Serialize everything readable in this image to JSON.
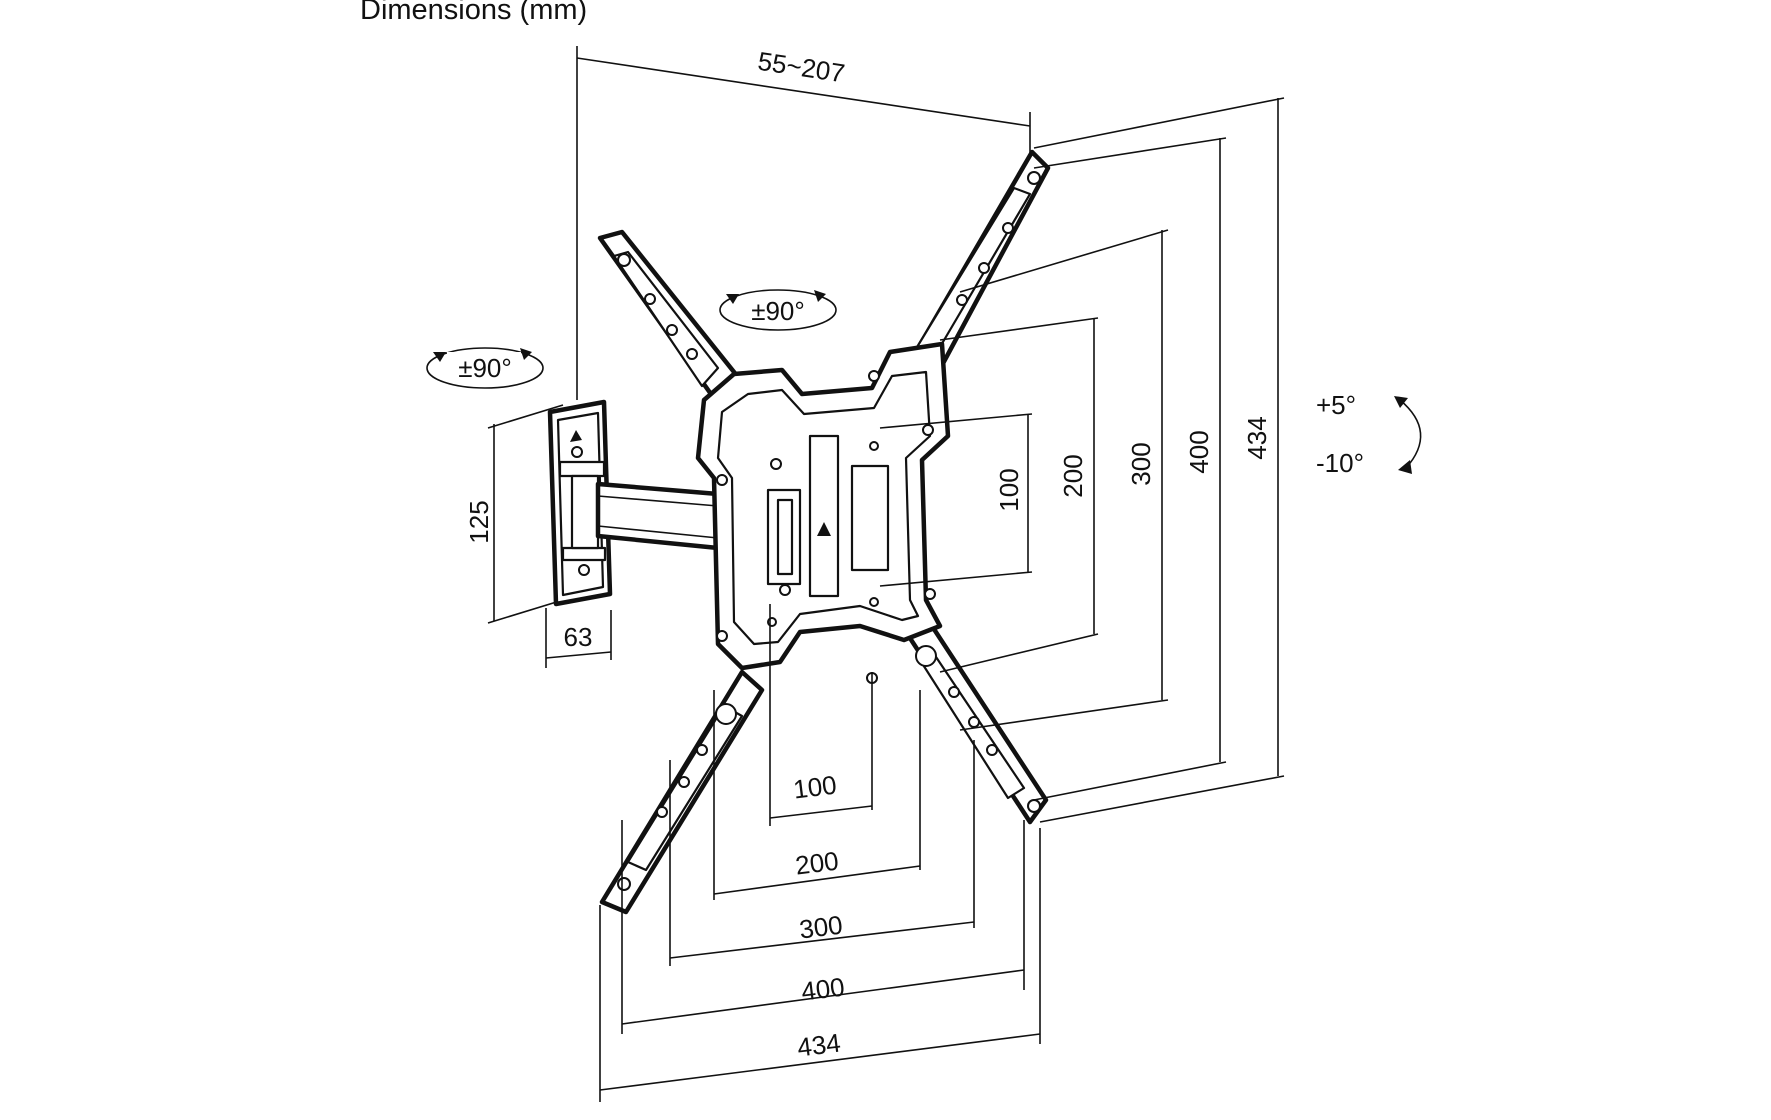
{
  "title": "Dimensions (mm)",
  "rotation": {
    "wall_swivel": "±90°",
    "plate_rotation": "±90°",
    "tilt_up": "+5°",
    "tilt_down": "-10°"
  },
  "dimensions": {
    "depth": "55~207",
    "wall_plate_height": "125",
    "wall_plate_width": "63",
    "vesa_vertical": [
      "100",
      "200",
      "300",
      "400",
      "434"
    ],
    "vesa_horizontal": [
      "100",
      "200",
      "300",
      "400",
      "434"
    ]
  }
}
